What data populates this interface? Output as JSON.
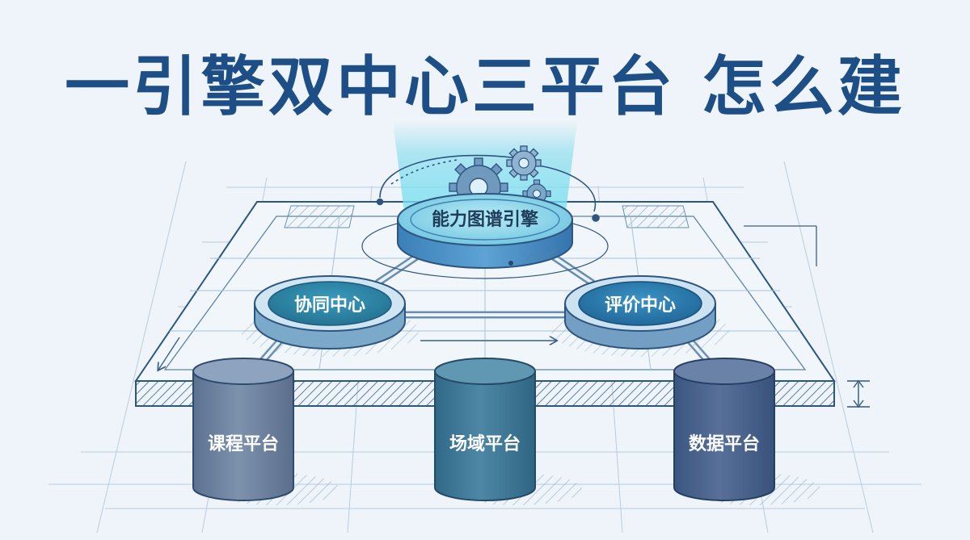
{
  "title": "一引擎双中心三平台 怎么建",
  "engine": {
    "label": "能力图谱引擎"
  },
  "centers": [
    {
      "label": "协同中心"
    },
    {
      "label": "评价中心"
    }
  ],
  "platforms": [
    {
      "label": "课程平台"
    },
    {
      "label": "场域平台"
    },
    {
      "label": "数据平台"
    }
  ],
  "colors": {
    "title": "#1d4f86",
    "background": "#eef4f9",
    "engine_top": "#7fcfe6",
    "center_fill": "#2f86a8",
    "platform_course": "#6b7f99",
    "platform_field": "#3f7694",
    "platform_data": "#46618a",
    "glow": "#5fd3ea",
    "line": "#3a5f86"
  },
  "icons": [
    "gear-icon",
    "orbit-arrow-icon",
    "height-arrow-icon"
  ]
}
